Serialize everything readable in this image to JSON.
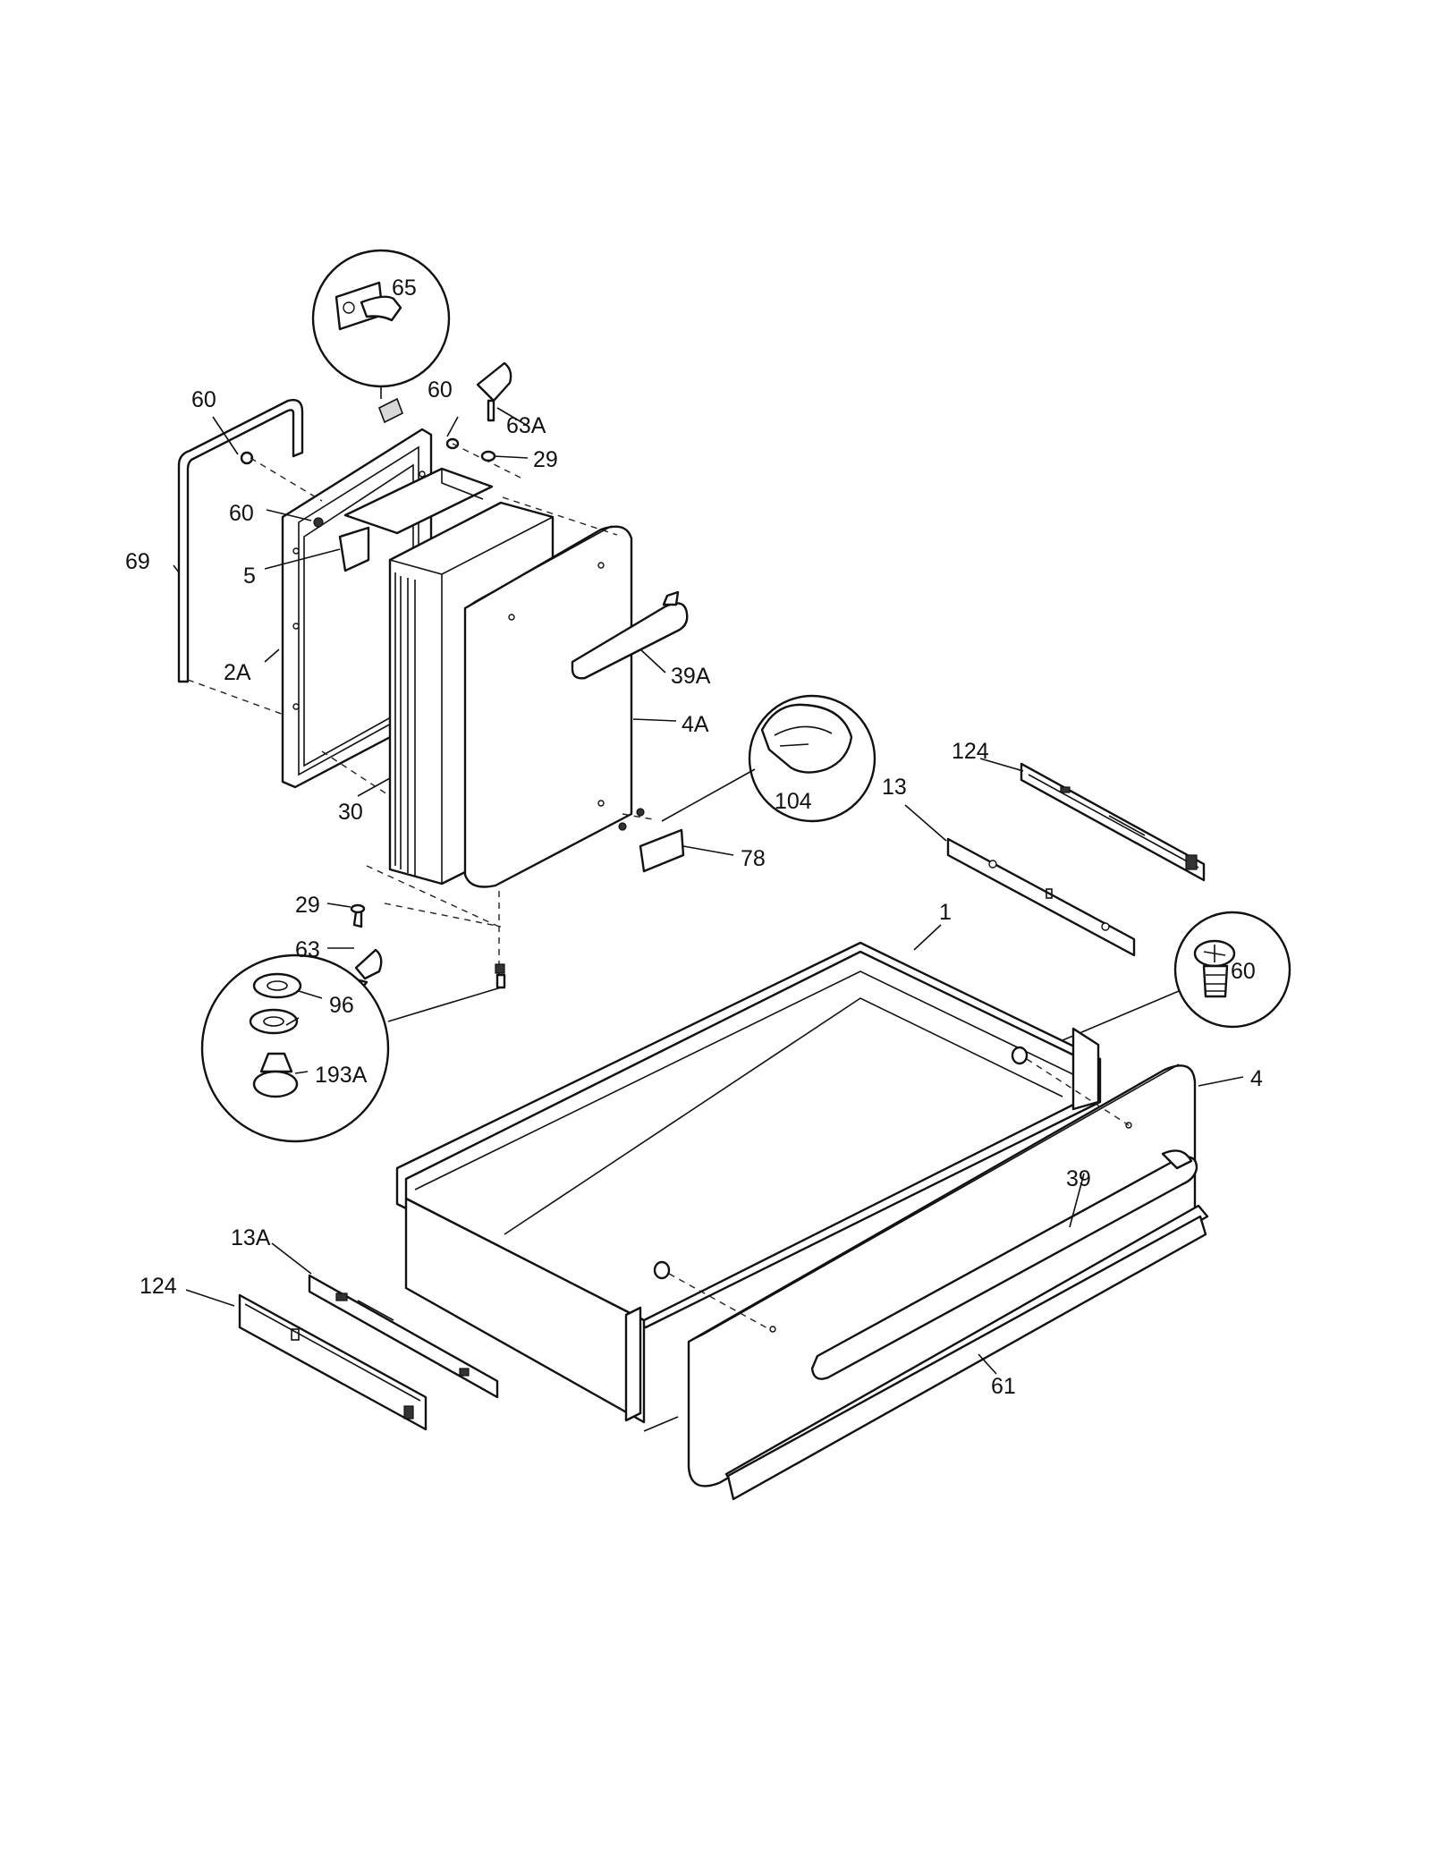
{
  "callouts": {
    "c65": "65",
    "c60_top_left": "60",
    "c60_top_mid": "60",
    "c63A": "63A",
    "c29_top": "29",
    "c60_mid": "60",
    "c69": "69",
    "c5": "5",
    "c2A": "2A",
    "c39A": "39A",
    "c4A": "4A",
    "c30": "30",
    "c104": "104",
    "c78": "78",
    "c29_low": "29",
    "c63": "63",
    "c96": "96",
    "c193A": "193A",
    "c124_top": "124",
    "c13": "13",
    "c1": "1",
    "c60_right": "60",
    "c4": "4",
    "c39": "39",
    "c13A": "13A",
    "c124_left": "124",
    "c61": "61"
  },
  "icons": [
    "screw-icon",
    "hinge-pin-icon",
    "clip-icon",
    "washer-icon",
    "push-pin-icon",
    "magnet-catch-icon"
  ]
}
